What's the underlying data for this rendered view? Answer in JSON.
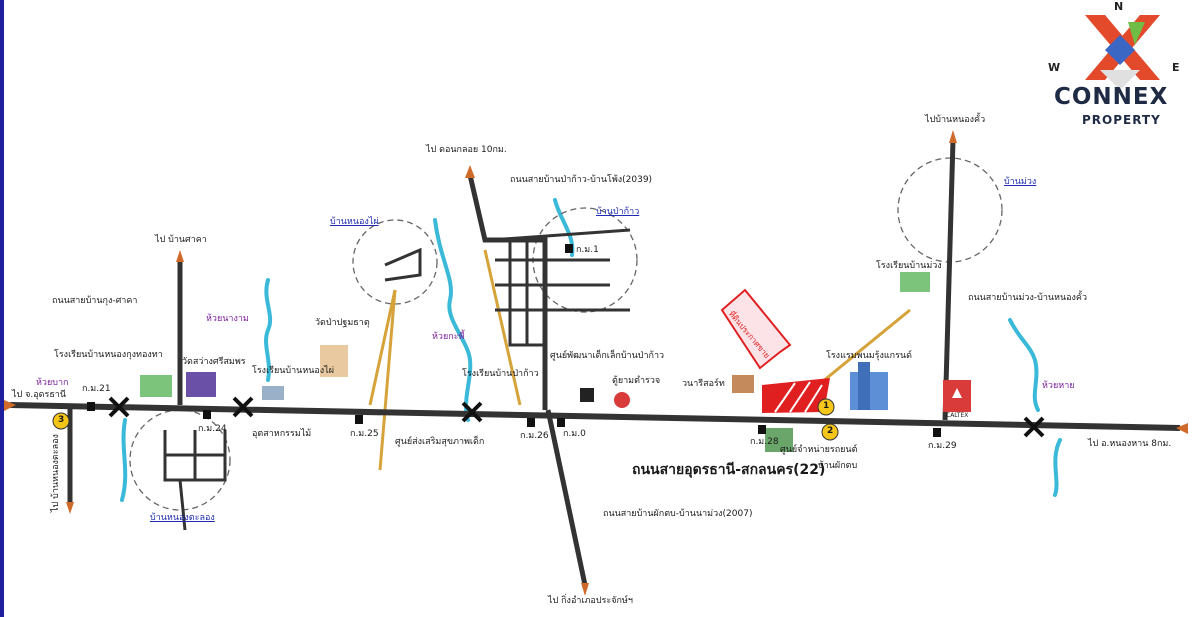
{
  "logo": {
    "name": "CONNEX",
    "tagline": "PROPERTY",
    "compass": {
      "n": "N",
      "w": "W",
      "e": "E"
    }
  },
  "roads": {
    "main_highway": "ถนนสายอุดรธานี-สกลนคร(22)",
    "road_2039": "ถนนสายบ้านป่าก้าว-บ้านโพ้ง(2039)",
    "road_2007": "ถนนสายบ้านผักตบ-บ้านนาม่วง(2007)",
    "road_kung_sakha": "ถนนสายบ้านกุง-ศาคา",
    "road_muang_nongkhu": "ถนนสายบ้านม่วง-บ้านหนองคั้ว"
  },
  "directions": {
    "to_udon": "ไป จ.อุดรธานี",
    "to_nonghan": "ไป อ.หนองหาน 8กม.",
    "to_sakha": "ไป บ้านศาคา",
    "to_donkloi": "ไป ดอนกลอย 10กม.",
    "to_nongkhu": "ไปบ้านหนองคั้ว",
    "to_kingamphoe": "ไป กิ่งอำเภอประจักษ์ฯ",
    "to_nongtalong": "ไป บ้านหนองตะลอง"
  },
  "villages": {
    "nongtalong": "บ้านหนองตะลอง",
    "nongphai": "บ้านหนองไผ่",
    "pakao": "บ้านป่าก้าว",
    "muang": "บ้านม่วง",
    "phaktop": "บ้านผักตบ"
  },
  "streams": {
    "huai_bak": "ห้วยบาก",
    "huai_nangam": "ห้วยนางาม",
    "huai_kaphi": "ห้วยกะพี้",
    "huai_phai": "ห้วยหาย"
  },
  "landmarks": {
    "school_ban_kung": "โรงเรียนบ้านหนองกุงทองทา",
    "wat_sawang": "วัดสว่างศรีสมพร",
    "school_nongphai": "โรงเรียนบ้านหนองไผ่",
    "wat_pa": "วัดป่าปฐมธาตุ",
    "sawmill": "อุตสาหกรรมไม้",
    "center_dev": "ศูนย์ส่งเสริมสุขภาพเด็ก",
    "school_pakao": "โรงเรียนบ้านป่าก้าว",
    "child_center": "ศูนย์พัฒนาเด็กเล็กบ้านป่าก้าว",
    "police": "ตู้ยามตำรวจ",
    "resort": "วนารีสอร์ท",
    "hotel": "โรงแรมพนมรุ้งแกรนด์",
    "school_muang": "โรงเรียนบ้านม่วง",
    "dealer": "ศูนย์จำหน่ายรถยนต์",
    "caltex": "CALTEX",
    "property_sign": "ที่ดินประกาศขาย"
  },
  "markers": {
    "km21": "ก.ม.21",
    "km24": "ก.ม.24",
    "km25": "ก.ม.25",
    "km26": "ก.ม.26",
    "km28": "ก.ม.28",
    "km29": "ก.ม.29",
    "km1": "ก.ม.1",
    "km0": "ก.ม.0",
    "c1": "1",
    "c2": "2",
    "c3": "3"
  },
  "colors": {
    "road": "#333333",
    "minor_road": "#c8a23a",
    "river": "#3ab9d9",
    "plot": "#e02020",
    "frame": "#1f1f9e"
  }
}
